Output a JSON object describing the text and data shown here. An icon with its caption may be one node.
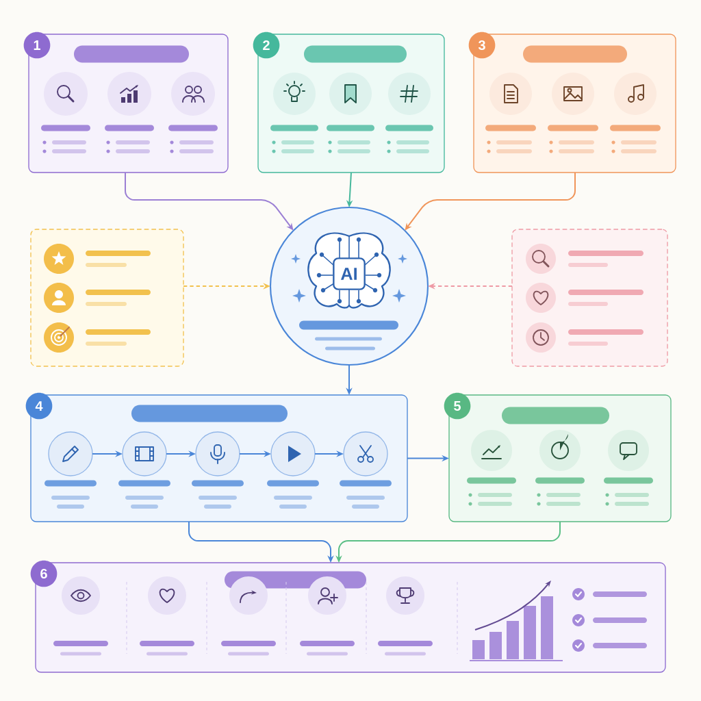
{
  "diagram": {
    "nodes": [
      {
        "text": [
          "1"
        ]
      },
      {
        "text": [
          "2"
        ]
      },
      {
        "text": [
          "3"
        ]
      },
      {
        "text": [],
        "shape": "box"
      },
      {
        "text": [
          "AI"
        ]
      },
      {
        "text": [],
        "shape": "box"
      },
      {
        "text": [
          "4"
        ]
      },
      {
        "text": [],
        "shape": "circle",
        "in": 6
      },
      {
        "text": [],
        "shape": "circle",
        "in": 6
      },
      {
        "text": [],
        "shape": "circle",
        "in": 6
      },
      {
        "text": [],
        "shape": "circle",
        "in": 6
      },
      {
        "text": [],
        "shape": "circle",
        "in": 6
      },
      {
        "text": [
          "5"
        ]
      },
      {
        "text": [
          "6"
        ]
      }
    ],
    "edges": [
      {
        "from": 0,
        "to": 4,
        "arrow": "to",
        "color": "#9b7fd4"
      },
      {
        "from": 1,
        "to": 4,
        "arrow": "to",
        "color": "#47b89c"
      },
      {
        "from": 2,
        "to": 4,
        "arrow": "to",
        "color": "#f0955a"
      },
      {
        "from": 3,
        "to": 4,
        "arrow": "to",
        "style": "dashed",
        "color": "#f2c14e"
      },
      {
        "from": 5,
        "to": 4,
        "arrow": "to",
        "style": "dashed",
        "color": "#ee9aa5"
      },
      {
        "from": 4,
        "to": 6,
        "arrow": "to"
      },
      {
        "from": 7,
        "to": 8,
        "arrow": "to"
      },
      {
        "from": 8,
        "to": 9,
        "arrow": "to"
      },
      {
        "from": 9,
        "to": 10,
        "arrow": "to"
      },
      {
        "from": 10,
        "to": 11,
        "arrow": "to"
      },
      {
        "from": 6,
        "to": 12,
        "arrow": "to"
      },
      {
        "from": 6,
        "to": 13,
        "arrow": "to"
      },
      {
        "from": 12,
        "to": 13,
        "arrow": "to",
        "color": "#5bbf86"
      }
    ]
  }
}
